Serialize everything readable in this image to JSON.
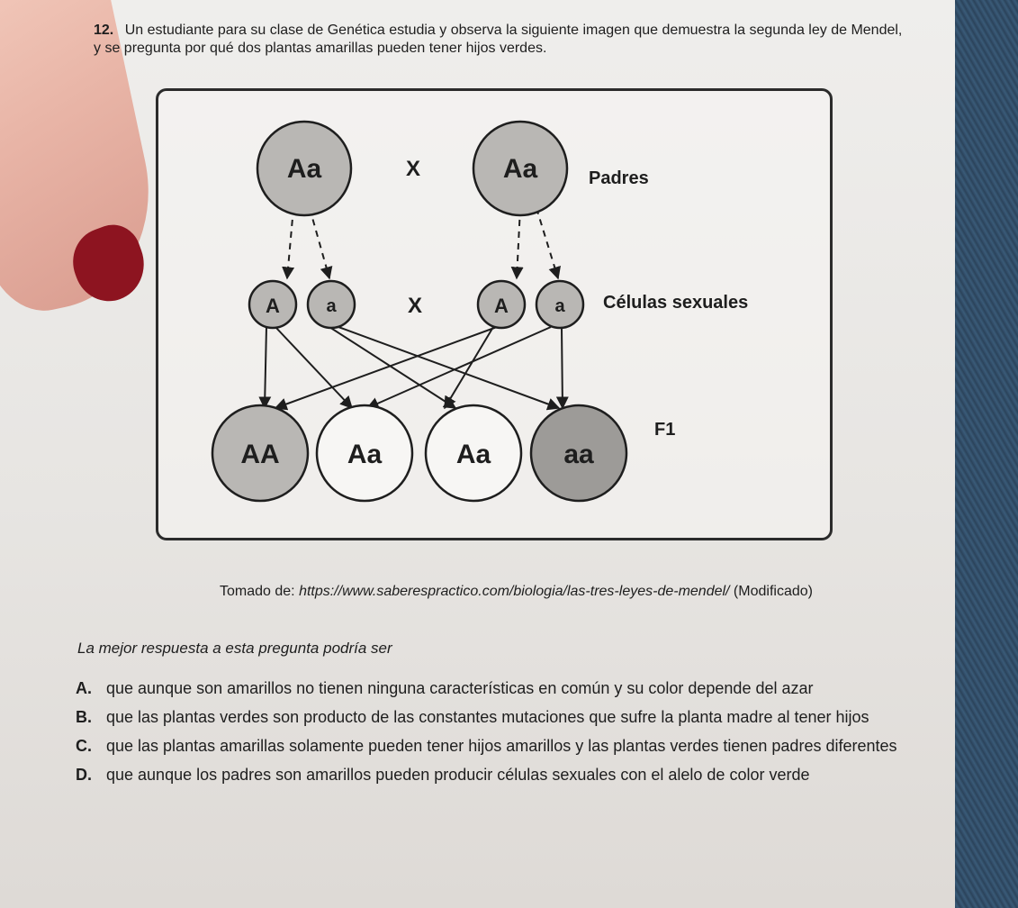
{
  "question": {
    "number": "12.",
    "text": "Un estudiante para su clase de Genética estudia y observa la siguiente imagen que demuestra la segunda ley de Mendel, y se pregunta por qué dos plantas amarillas pueden tener hijos verdes."
  },
  "diagram": {
    "parent_left": "Aa",
    "parent_right": "Aa",
    "cross_symbol_top": "X",
    "label_parents": "Padres",
    "gamete_1": "A",
    "gamete_2": "a",
    "gamete_3": "A",
    "gamete_4": "a",
    "cross_symbol_middle": "X",
    "label_gametes": "Células sexuales",
    "offspring_1": "AA",
    "offspring_2": "Aa",
    "offspring_3": "Aa",
    "offspring_4": "aa",
    "label_f1": "F1",
    "colors": {
      "dark_circle": "#b9b7b4",
      "light_circle": "#f7f6f4",
      "recessive_circle": "#9d9b98",
      "stroke": "#1e1e1e"
    }
  },
  "source": {
    "prefix": "Tomado de: ",
    "url": "https://www.saberespractico.com/biologia/las-tres-leyes-de-mendel/",
    "suffix": " (Modificado)"
  },
  "prompt": "La mejor respuesta a esta pregunta podría ser",
  "options": [
    {
      "letter": "A.",
      "text": "que aunque son amarillos no tienen ninguna características en común y su color depende del azar"
    },
    {
      "letter": "B.",
      "text": "que las plantas verdes son producto de las constantes mutaciones que sufre la planta madre al tener hijos"
    },
    {
      "letter": "C.",
      "text": "que las plantas amarillas solamente pueden tener hijos amarillos y las plantas verdes tienen padres diferentes"
    },
    {
      "letter": "D.",
      "text": "que aunque los padres son amarillos pueden producir células sexuales con el alelo de color verde"
    }
  ]
}
